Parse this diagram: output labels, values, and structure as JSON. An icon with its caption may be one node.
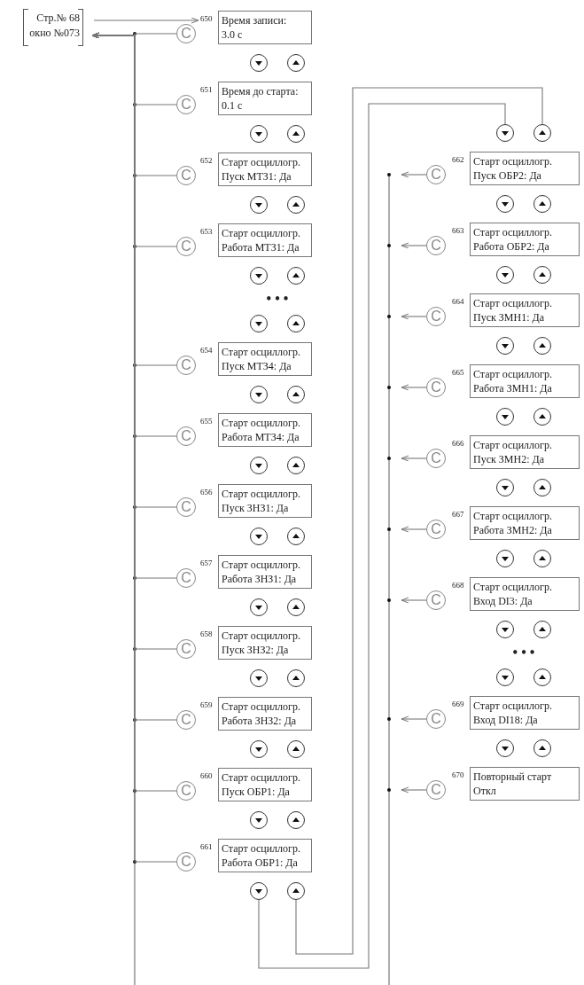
{
  "diagram": {
    "nodes": [
      {
        "text": [
          "Стр.№ 68",
          "окно №073"
        ]
      },
      {
        "text": [
          "Время записи:",
          "3.0 с"
        ],
        "beside": [
          "650"
        ]
      },
      {
        "text": [
          "C"
        ]
      },
      {
        "text": [],
        "shape": "circle"
      },
      {
        "text": [],
        "shape": "circle"
      },
      {
        "text": [
          "Время до старта:",
          "0.1 с"
        ],
        "beside": [
          "651"
        ]
      },
      {
        "text": [
          "C"
        ]
      },
      {
        "text": [],
        "shape": "circle"
      },
      {
        "text": [],
        "shape": "circle"
      },
      {
        "text": [
          "Старт осциллогр.",
          "Пуск МТЗ1: Да"
        ],
        "beside": [
          "652"
        ]
      },
      {
        "text": [
          "C"
        ]
      },
      {
        "text": [],
        "shape": "circle"
      },
      {
        "text": [],
        "shape": "circle"
      },
      {
        "text": [
          "Старт осциллогр.",
          "Работа МТЗ1: Да"
        ],
        "beside": [
          "653"
        ]
      },
      {
        "text": [
          "C"
        ]
      },
      {
        "text": [],
        "shape": "circle"
      },
      {
        "text": [],
        "shape": "circle"
      },
      {
        "text": [],
        "shape": "circle"
      },
      {
        "text": [],
        "shape": "circle"
      },
      {
        "text": [
          "Старт осциллогр.",
          "Пуск МТЗ4: Да"
        ],
        "beside": [
          "654"
        ]
      },
      {
        "text": [
          "C"
        ]
      },
      {
        "text": [],
        "shape": "circle"
      },
      {
        "text": [],
        "shape": "circle"
      },
      {
        "text": [
          "Старт осциллогр.",
          "Работа МТЗ4: Да"
        ],
        "beside": [
          "655"
        ]
      },
      {
        "text": [
          "C"
        ]
      },
      {
        "text": [],
        "shape": "circle"
      },
      {
        "text": [],
        "shape": "circle"
      },
      {
        "text": [
          "Старт осциллогр.",
          "Пуск ЗНЗ1: Да"
        ],
        "beside": [
          "656"
        ]
      },
      {
        "text": [
          "C"
        ]
      },
      {
        "text": [],
        "shape": "circle"
      },
      {
        "text": [],
        "shape": "circle"
      },
      {
        "text": [
          "Старт осциллогр.",
          "Работа ЗНЗ1: Да"
        ],
        "beside": [
          "657"
        ]
      },
      {
        "text": [
          "C"
        ]
      },
      {
        "text": [],
        "shape": "circle"
      },
      {
        "text": [],
        "shape": "circle"
      },
      {
        "text": [
          "Старт осциллогр.",
          "Пуск ЗНЗ2: Да"
        ],
        "beside": [
          "658"
        ]
      },
      {
        "text": [
          "C"
        ]
      },
      {
        "text": [],
        "shape": "circle"
      },
      {
        "text": [],
        "shape": "circle"
      },
      {
        "text": [
          "Старт осциллогр.",
          "Работа ЗНЗ2: Да"
        ],
        "beside": [
          "659"
        ]
      },
      {
        "text": [
          "C"
        ]
      },
      {
        "text": [],
        "shape": "circle"
      },
      {
        "text": [],
        "shape": "circle"
      },
      {
        "text": [
          "Старт осциллогр.",
          "Пуск ОБР1: Да"
        ],
        "beside": [
          "660"
        ]
      },
      {
        "text": [
          "C"
        ]
      },
      {
        "text": [],
        "shape": "circle"
      },
      {
        "text": [],
        "shape": "circle"
      },
      {
        "text": [
          "Старт осциллогр.",
          "Работа ОБР1: Да"
        ],
        "beside": [
          "661"
        ]
      },
      {
        "text": [
          "C"
        ]
      },
      {
        "text": [],
        "shape": "circle"
      },
      {
        "text": [],
        "shape": "circle"
      },
      {
        "text": [],
        "shape": "circle"
      },
      {
        "text": [],
        "shape": "circle"
      },
      {
        "text": [
          "Старт осциллогр.",
          "Пуск ОБР2: Да"
        ],
        "beside": [
          "662"
        ]
      },
      {
        "text": [
          "C"
        ]
      },
      {
        "text": [],
        "shape": "circle"
      },
      {
        "text": [],
        "shape": "circle"
      },
      {
        "text": [
          "Старт осциллогр.",
          "Работа ОБР2: Да"
        ],
        "beside": [
          "663"
        ]
      },
      {
        "text": [
          "C"
        ]
      },
      {
        "text": [],
        "shape": "circle"
      },
      {
        "text": [],
        "shape": "circle"
      },
      {
        "text": [
          "Старт осциллогр.",
          "Пуск ЗМН1: Да"
        ],
        "beside": [
          "664"
        ]
      },
      {
        "text": [
          "C"
        ]
      },
      {
        "text": [],
        "shape": "circle"
      },
      {
        "text": [],
        "shape": "circle"
      },
      {
        "text": [
          "Старт осциллогр.",
          "Работа ЗМН1: Да"
        ],
        "beside": [
          "665"
        ]
      },
      {
        "text": [
          "C"
        ]
      },
      {
        "text": [],
        "shape": "circle"
      },
      {
        "text": [],
        "shape": "circle"
      },
      {
        "text": [
          "Старт осциллогр.",
          "Пуск ЗМН2: Да"
        ],
        "beside": [
          "666"
        ]
      },
      {
        "text": [
          "C"
        ]
      },
      {
        "text": [],
        "shape": "circle"
      },
      {
        "text": [],
        "shape": "circle"
      },
      {
        "text": [
          "Старт осциллогр.",
          "Работа ЗМН2: Да"
        ],
        "beside": [
          "667"
        ]
      },
      {
        "text": [
          "C"
        ]
      },
      {
        "text": [],
        "shape": "circle"
      },
      {
        "text": [],
        "shape": "circle"
      },
      {
        "text": [
          "Старт осциллогр.",
          "Вход DI3: Да"
        ],
        "beside": [
          "668"
        ]
      },
      {
        "text": [
          "C"
        ]
      },
      {
        "text": [],
        "shape": "circle"
      },
      {
        "text": [],
        "shape": "circle"
      },
      {
        "text": [],
        "shape": "circle"
      },
      {
        "text": [],
        "shape": "circle"
      },
      {
        "text": [
          "Старт осциллогр.",
          "Вход DI18: Да"
        ],
        "beside": [
          "669"
        ]
      },
      {
        "text": [
          "C"
        ]
      },
      {
        "text": [],
        "shape": "circle"
      },
      {
        "text": [],
        "shape": "circle"
      },
      {
        "text": [
          "Повторный старт",
          "Откл"
        ],
        "beside": [
          "670"
        ]
      },
      {
        "text": [
          "C"
        ]
      }
    ],
    "edges": [
      {
        "from": 0,
        "to": 1,
        "arrow": "to"
      },
      {
        "from": 2,
        "to": 0,
        "arrow": "to"
      },
      {
        "from": 6,
        "to": 0,
        "arrow": "to"
      },
      {
        "from": 10,
        "to": 0,
        "arrow": "to"
      },
      {
        "from": 14,
        "to": 0,
        "arrow": "to"
      },
      {
        "from": 20,
        "to": 0,
        "arrow": "to"
      },
      {
        "from": 24,
        "to": 0,
        "arrow": "to"
      },
      {
        "from": 28,
        "to": 0,
        "arrow": "to"
      },
      {
        "from": 32,
        "to": 0,
        "arrow": "to"
      },
      {
        "from": 36,
        "to": 0,
        "arrow": "to"
      },
      {
        "from": 40,
        "to": 0,
        "arrow": "to"
      },
      {
        "from": 44,
        "to": 0,
        "arrow": "to"
      },
      {
        "from": 48,
        "to": 0,
        "arrow": "to"
      },
      {
        "from": 54,
        "to": null,
        "arrow": "to"
      },
      {
        "from": 58,
        "to": null,
        "arrow": "to"
      },
      {
        "from": 62,
        "to": null,
        "arrow": "to"
      },
      {
        "from": 66,
        "to": null,
        "arrow": "to"
      },
      {
        "from": 70,
        "to": null,
        "arrow": "to"
      },
      {
        "from": 74,
        "to": null,
        "arrow": "to"
      },
      {
        "from": 78,
        "to": null,
        "arrow": "to"
      },
      {
        "from": 84,
        "to": null,
        "arrow": "to"
      },
      {
        "from": 88,
        "to": null,
        "arrow": "to"
      },
      {
        "from": 49,
        "to": 51,
        "arrow": "none"
      },
      {
        "from": 50,
        "to": 52,
        "arrow": "none"
      }
    ],
    "labels": [
      "• • •",
      "• • •"
    ]
  }
}
